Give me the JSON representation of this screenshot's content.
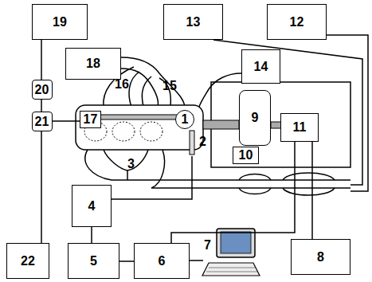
{
  "diagram": {
    "nodes": [
      {
        "text": [
          "19"
        ]
      },
      {
        "text": [
          "13"
        ]
      },
      {
        "text": [
          "12"
        ]
      },
      {
        "text": [
          "18"
        ]
      },
      {
        "text": [
          "14"
        ]
      },
      {
        "text": [
          "20"
        ]
      },
      {
        "text": [
          "17"
        ]
      },
      {
        "text": [
          "21"
        ]
      },
      {
        "text": [
          "1"
        ]
      },
      {
        "text": [
          "9"
        ]
      },
      {
        "text": [
          "11"
        ]
      },
      {
        "text": [
          "10"
        ]
      },
      {
        "text": [
          "4"
        ]
      },
      {
        "text": [
          "22"
        ]
      },
      {
        "text": [
          "5"
        ]
      },
      {
        "text": [
          "6"
        ]
      },
      {
        "text": [
          "8"
        ]
      }
    ],
    "edges": [
      {
        "from": 0,
        "to": 5,
        "arrow": "none"
      },
      {
        "from": 5,
        "to": 7,
        "arrow": "none"
      },
      {
        "from": 7,
        "to": 6,
        "arrow": "none"
      },
      {
        "from": 7,
        "to": 13,
        "arrow": "none"
      },
      {
        "from": 12,
        "to": 14,
        "arrow": "none"
      },
      {
        "from": 14,
        "to": 15,
        "arrow": "none"
      },
      {
        "from": 15,
        "to": 10,
        "arrow": "none"
      },
      {
        "from": 10,
        "to": 16,
        "arrow": "none"
      }
    ],
    "labels": [
      "16",
      "15",
      "2",
      "3",
      "7"
    ]
  }
}
